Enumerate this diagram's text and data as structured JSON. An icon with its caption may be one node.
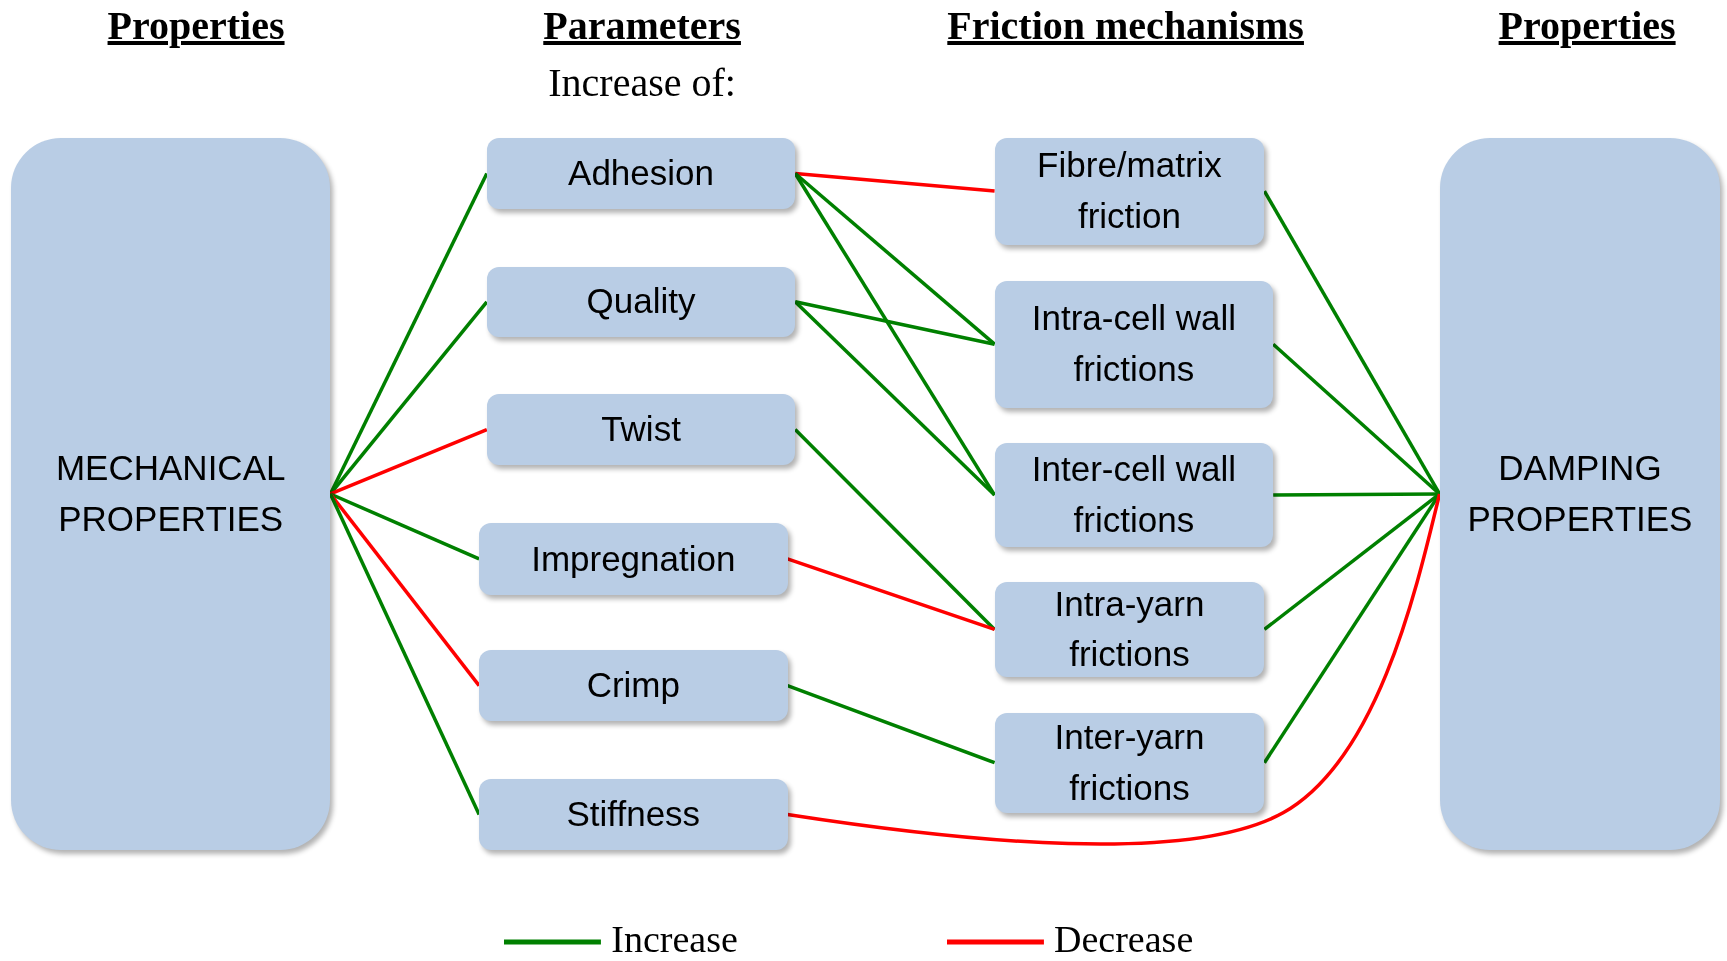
{
  "diagram": {
    "nodes": [
      {
        "text": [
          "MECHANICAL PROPERTIES"
        ]
      },
      {
        "text": [
          "Adhesion"
        ]
      },
      {
        "text": [
          "Quality"
        ]
      },
      {
        "text": [
          "Twist"
        ]
      },
      {
        "text": [
          "Impregnation"
        ]
      },
      {
        "text": [
          "Crimp"
        ]
      },
      {
        "text": [
          "Stiffness"
        ]
      },
      {
        "text": [
          "Fibre/matrix friction"
        ]
      },
      {
        "text": [
          "Intra-cell wall frictions"
        ]
      },
      {
        "text": [
          "Inter-cell wall frictions"
        ]
      },
      {
        "text": [
          "Intra-yarn frictions"
        ]
      },
      {
        "text": [
          "Inter-yarn frictions"
        ]
      },
      {
        "text": [
          "DAMPING PROPERTIES"
        ]
      }
    ],
    "edges": [
      {
        "from": 0,
        "to": 1,
        "arrow": "none"
      },
      {
        "from": 0,
        "to": 2,
        "arrow": "none"
      },
      {
        "from": 0,
        "to": 3,
        "arrow": "none",
        "color": "#ff0000"
      },
      {
        "from": 0,
        "to": 4,
        "arrow": "none"
      },
      {
        "from": 0,
        "to": 5,
        "arrow": "none",
        "color": "#ff0000"
      },
      {
        "from": 0,
        "to": 6,
        "arrow": "none"
      },
      {
        "from": 1,
        "to": 7,
        "arrow": "none",
        "color": "#ff0000"
      },
      {
        "from": 1,
        "to": 8,
        "arrow": "none"
      },
      {
        "from": 1,
        "to": 9,
        "arrow": "none"
      },
      {
        "from": 2,
        "to": 8,
        "arrow": "none"
      },
      {
        "from": 2,
        "to": 9,
        "arrow": "none"
      },
      {
        "from": 3,
        "to": 10,
        "arrow": "none"
      },
      {
        "from": 4,
        "to": 10,
        "arrow": "none",
        "color": "#ff0000"
      },
      {
        "from": 5,
        "to": 11,
        "arrow": "none"
      },
      {
        "from": 7,
        "to": 12,
        "arrow": "none"
      },
      {
        "from": 8,
        "to": 12,
        "arrow": "none"
      },
      {
        "from": 9,
        "to": 12,
        "arrow": "none"
      },
      {
        "from": 10,
        "to": 12,
        "arrow": "none"
      },
      {
        "from": 11,
        "to": 12,
        "arrow": "none"
      },
      {
        "from": 6,
        "to": 12,
        "arrow": "none",
        "color": "#ff0000"
      }
    ],
    "labels": [
      "Properties",
      "Parameters",
      "Increase of:",
      "Friction mechanisms",
      "Properties"
    ],
    "legend": [
      {
        "text": "Increase",
        "color": "#008000"
      },
      {
        "text": "Decrease",
        "color": "#ff0000"
      }
    ]
  }
}
